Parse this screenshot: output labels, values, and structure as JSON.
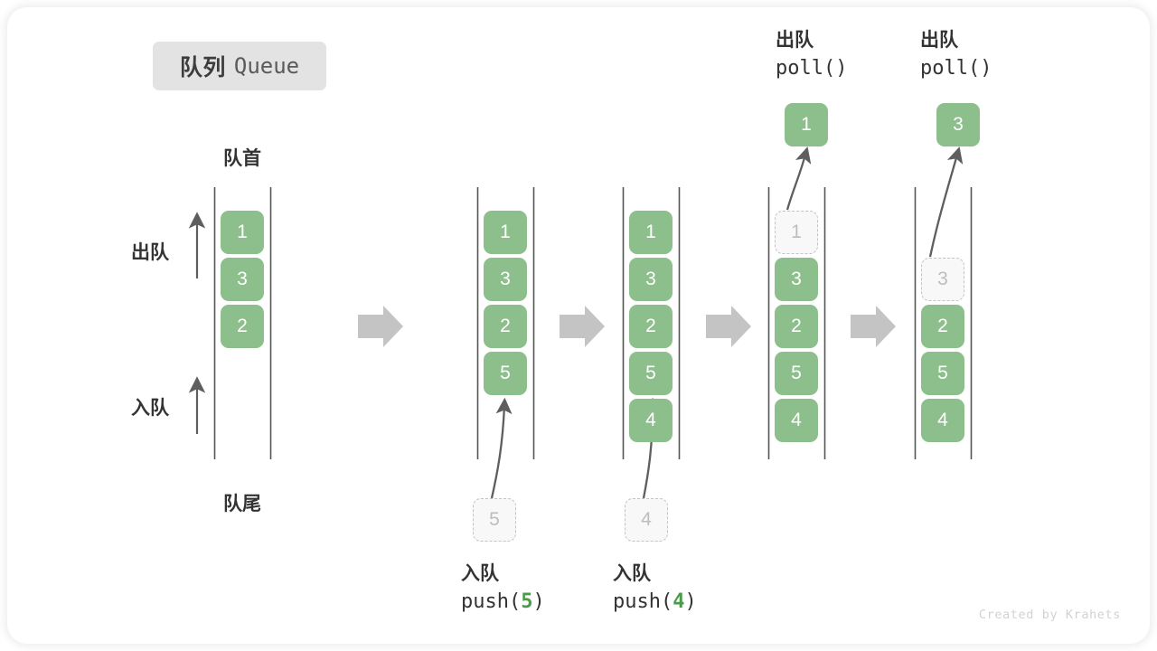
{
  "watermark": "Created by Krahets",
  "title": {
    "zh": "队列",
    "en": "Queue"
  },
  "labels": {
    "front": "队首",
    "rear": "队尾",
    "dequeue": "出队",
    "enqueue": "入队"
  },
  "colors": {
    "cell_fill": "#8cbf8c",
    "cell_text": "#ffffff",
    "ghost_fill": "#f8f8f8",
    "ghost_border": "#c3c3c3",
    "ghost_text": "#bdbdbd",
    "rail": "#555555",
    "arrow": "#5e5e5e",
    "flow_arrow": "#c4c4c4",
    "badge_bg": "#e3e3e3",
    "text": "#333333",
    "arg_green": "#4a9b4a",
    "watermark": "#d2d2d2"
  },
  "operations": [
    {
      "zh": "入队",
      "fn": "push",
      "arg": "5",
      "kind": "enqueue"
    },
    {
      "zh": "入队",
      "fn": "push",
      "arg": "4",
      "kind": "enqueue"
    },
    {
      "zh": "出队",
      "fn": "poll",
      "arg": "",
      "kind": "dequeue"
    },
    {
      "zh": "出队",
      "fn": "poll",
      "arg": "",
      "kind": "dequeue"
    }
  ],
  "op_text": {
    "push5_zh": "入队",
    "push5_code_pre": "push(",
    "push5_code_arg": "5",
    "push5_code_post": ")",
    "push4_zh": "入队",
    "push4_code_pre": "push(",
    "push4_code_arg": "4",
    "push4_code_post": ")",
    "poll1_zh": "出队",
    "poll1_code": "poll()",
    "poll2_zh": "出队",
    "poll2_code": "poll()"
  },
  "incoming": {
    "push5_value": "5",
    "push4_value": "4"
  },
  "outgoing": {
    "poll1_value": "1",
    "poll2_value": "3"
  },
  "states": [
    {
      "name": "initial",
      "cells": [
        {
          "value": "1",
          "state": "filled",
          "slot": 0
        },
        {
          "value": "3",
          "state": "filled",
          "slot": 1
        },
        {
          "value": "2",
          "state": "filled",
          "slot": 2
        }
      ]
    },
    {
      "name": "after-push-5",
      "cells": [
        {
          "value": "1",
          "state": "filled",
          "slot": 0
        },
        {
          "value": "3",
          "state": "filled",
          "slot": 1
        },
        {
          "value": "2",
          "state": "filled",
          "slot": 2
        },
        {
          "value": "5",
          "state": "filled",
          "slot": 3
        }
      ]
    },
    {
      "name": "after-push-4",
      "cells": [
        {
          "value": "1",
          "state": "filled",
          "slot": 0
        },
        {
          "value": "3",
          "state": "filled",
          "slot": 1
        },
        {
          "value": "2",
          "state": "filled",
          "slot": 2
        },
        {
          "value": "5",
          "state": "filled",
          "slot": 3
        },
        {
          "value": "4",
          "state": "filled",
          "slot": 4
        }
      ]
    },
    {
      "name": "after-poll-1",
      "cells": [
        {
          "value": "1",
          "state": "ghost",
          "slot": 0
        },
        {
          "value": "3",
          "state": "filled",
          "slot": 1
        },
        {
          "value": "2",
          "state": "filled",
          "slot": 2
        },
        {
          "value": "5",
          "state": "filled",
          "slot": 3
        },
        {
          "value": "4",
          "state": "filled",
          "slot": 4
        }
      ]
    },
    {
      "name": "after-poll-3",
      "cells": [
        {
          "value": "3",
          "state": "ghost",
          "slot": 1
        },
        {
          "value": "2",
          "state": "filled",
          "slot": 2
        },
        {
          "value": "5",
          "state": "filled",
          "slot": 3
        },
        {
          "value": "4",
          "state": "filled",
          "slot": 4
        }
      ]
    }
  ]
}
